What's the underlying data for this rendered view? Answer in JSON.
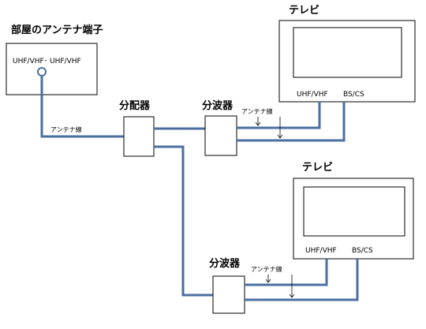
{
  "room_terminal": {
    "title": "部屋のアンテナ端子",
    "port_label": "UHF/VHF･ UHF/VHF"
  },
  "antenna_cable_label": "アンテナ線",
  "distributor_label": "分配器",
  "tv_top": {
    "title": "テレビ",
    "port_uhf": "UHF/VHF",
    "port_bs": "BS/CS",
    "splitter_label": "分波器",
    "cable_label": "アンテナ線"
  },
  "tv_bottom": {
    "title": "テレビ",
    "port_uhf": "UHF/VHF",
    "port_bs": "BS/CS",
    "splitter_label": "分波器",
    "cable_label": "アンテナ線"
  },
  "colors": {
    "cable": "#4a6fa0",
    "outline": "#000000",
    "background": "#ffffff"
  }
}
